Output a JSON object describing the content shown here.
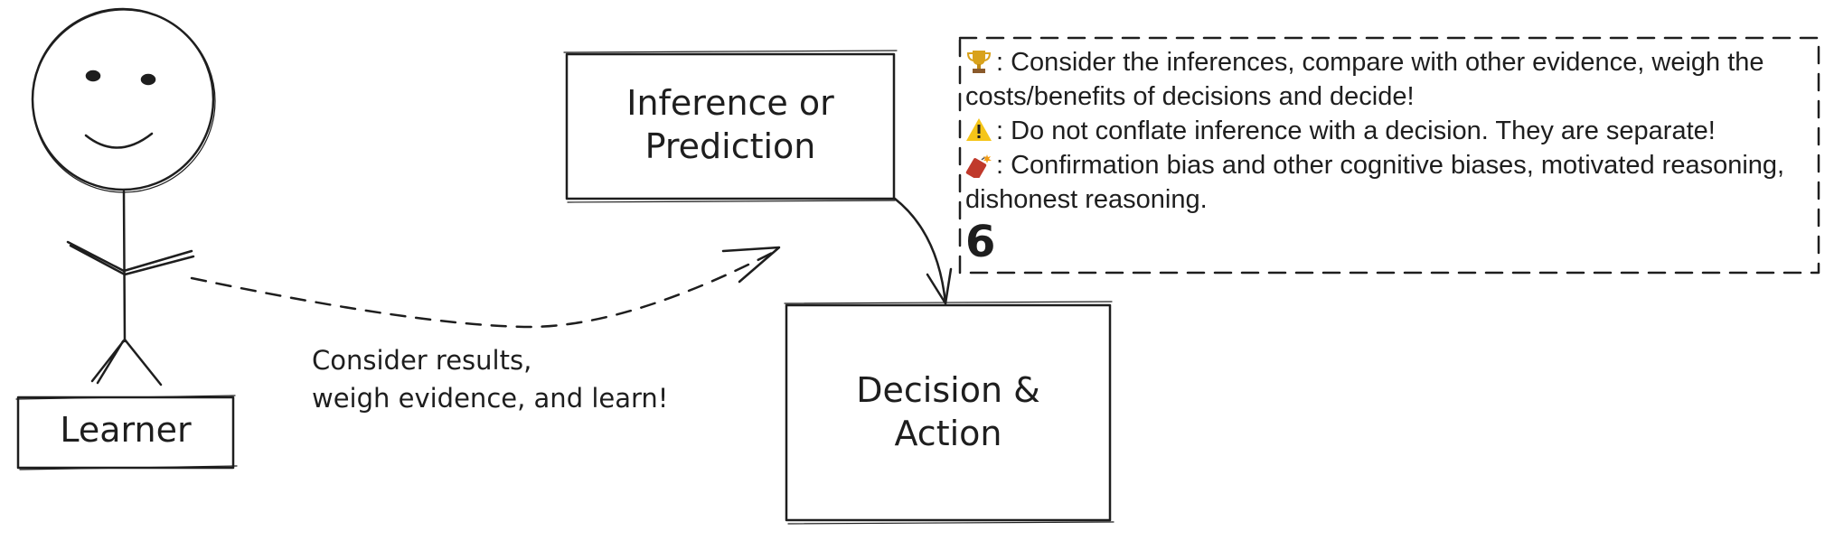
{
  "learner": {
    "label": "Learner"
  },
  "inference_box": {
    "line1": "Inference or",
    "line2": "Prediction"
  },
  "decision_box": {
    "line1": "Decision &",
    "line2": "Action"
  },
  "feedback_label": {
    "line1": "Consider results,",
    "line2": "weigh evidence, and learn!"
  },
  "note": {
    "items": [
      {
        "icon": "trophy-icon",
        "text": ": Consider the inferences, compare with other evidence, weigh the costs/benefits of decisions and decide!"
      },
      {
        "icon": "warning-icon",
        "text": ": Do not conflate inference with a decision. They are separate!"
      },
      {
        "icon": "dynamite-icon",
        "text": ": Confirmation bias and other cognitive biases, motivated reasoning, dishonest reasoning."
      }
    ],
    "step_number": "6"
  },
  "colors": {
    "stroke": "#1e1e1e",
    "trophy": "#d9a21b",
    "warning": "#f5c518",
    "dynamite": "#c0392b"
  }
}
